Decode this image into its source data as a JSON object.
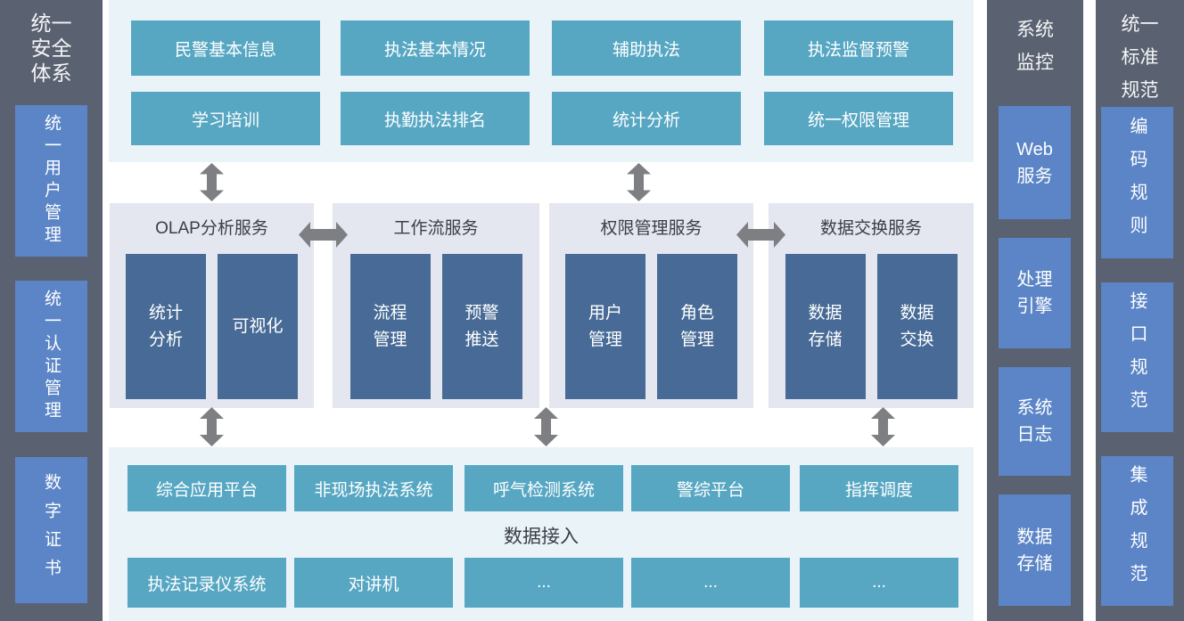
{
  "colors": {
    "dark_column": "#5a6271",
    "blue_box": "#5b85c6",
    "teal_box": "#57a7c3",
    "light_panel": "#e9f3f8",
    "service_group_panel": "#e4e6f0",
    "service_box": "#476b96",
    "arrow": "#7d7f82"
  },
  "icons": {
    "vertical_double_arrow": "⬍",
    "horizontal_double_arrow": "⬌"
  },
  "left_sidebar": {
    "title": "统一安全体系",
    "items": [
      {
        "label": "统一用户管理"
      },
      {
        "label": "统一认证管理"
      },
      {
        "label": "数字证书"
      }
    ]
  },
  "top_apps": {
    "row1": [
      "民警基本信息",
      "执法基本情况",
      "辅助执法",
      "执法监督预警"
    ],
    "row2": [
      "学习培训",
      "执勤执法排名",
      "统计分析",
      "统一权限管理"
    ]
  },
  "services": [
    {
      "title": "OLAP分析服务",
      "items": [
        "统计分析",
        "可视化"
      ]
    },
    {
      "title": "工作流服务",
      "items": [
        "流程管理",
        "预警推送"
      ]
    },
    {
      "title": "权限管理服务",
      "items": [
        "用户管理",
        "角色管理"
      ]
    },
    {
      "title": "数据交换服务",
      "items": [
        "数据存储",
        "数据交换"
      ]
    }
  ],
  "data_access": {
    "label": "数据接入",
    "row1": [
      "综合应用平台",
      "非现场执法系统",
      "呼气检测系统",
      "警综平台",
      "指挥调度"
    ],
    "row2": [
      "执法记录仪系统",
      "对讲机",
      "...",
      "...",
      "..."
    ]
  },
  "monitor_column": {
    "title": "系统监控",
    "items": [
      {
        "label": "Web服务"
      },
      {
        "label": "处理引擎"
      },
      {
        "label": "系统日志"
      },
      {
        "label": "数据存储"
      }
    ]
  },
  "standards_column": {
    "title": "统一标准规范",
    "items": [
      {
        "label": "编码规则"
      },
      {
        "label": "接口规范"
      },
      {
        "label": "集成规范"
      }
    ]
  }
}
